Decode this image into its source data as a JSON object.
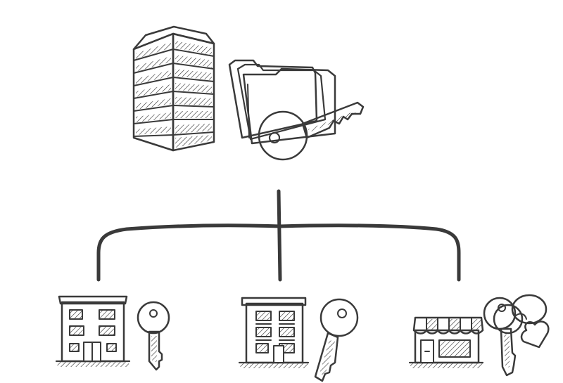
{
  "diagram": {
    "root": {
      "icons": [
        "office-tower-icon",
        "folder-icon",
        "master-key-icon"
      ]
    },
    "connector": {
      "branches": 3
    },
    "children": [
      {
        "id": "apartment",
        "icons": [
          "apartment-building-icon",
          "key-icon"
        ]
      },
      {
        "id": "office",
        "icons": [
          "office-building-icon",
          "key-icon"
        ]
      },
      {
        "id": "shop",
        "icons": [
          "storefront-icon",
          "keyring-icon"
        ]
      }
    ],
    "colors": {
      "ink": "#3a3a3a",
      "background": "#ffffff"
    }
  }
}
